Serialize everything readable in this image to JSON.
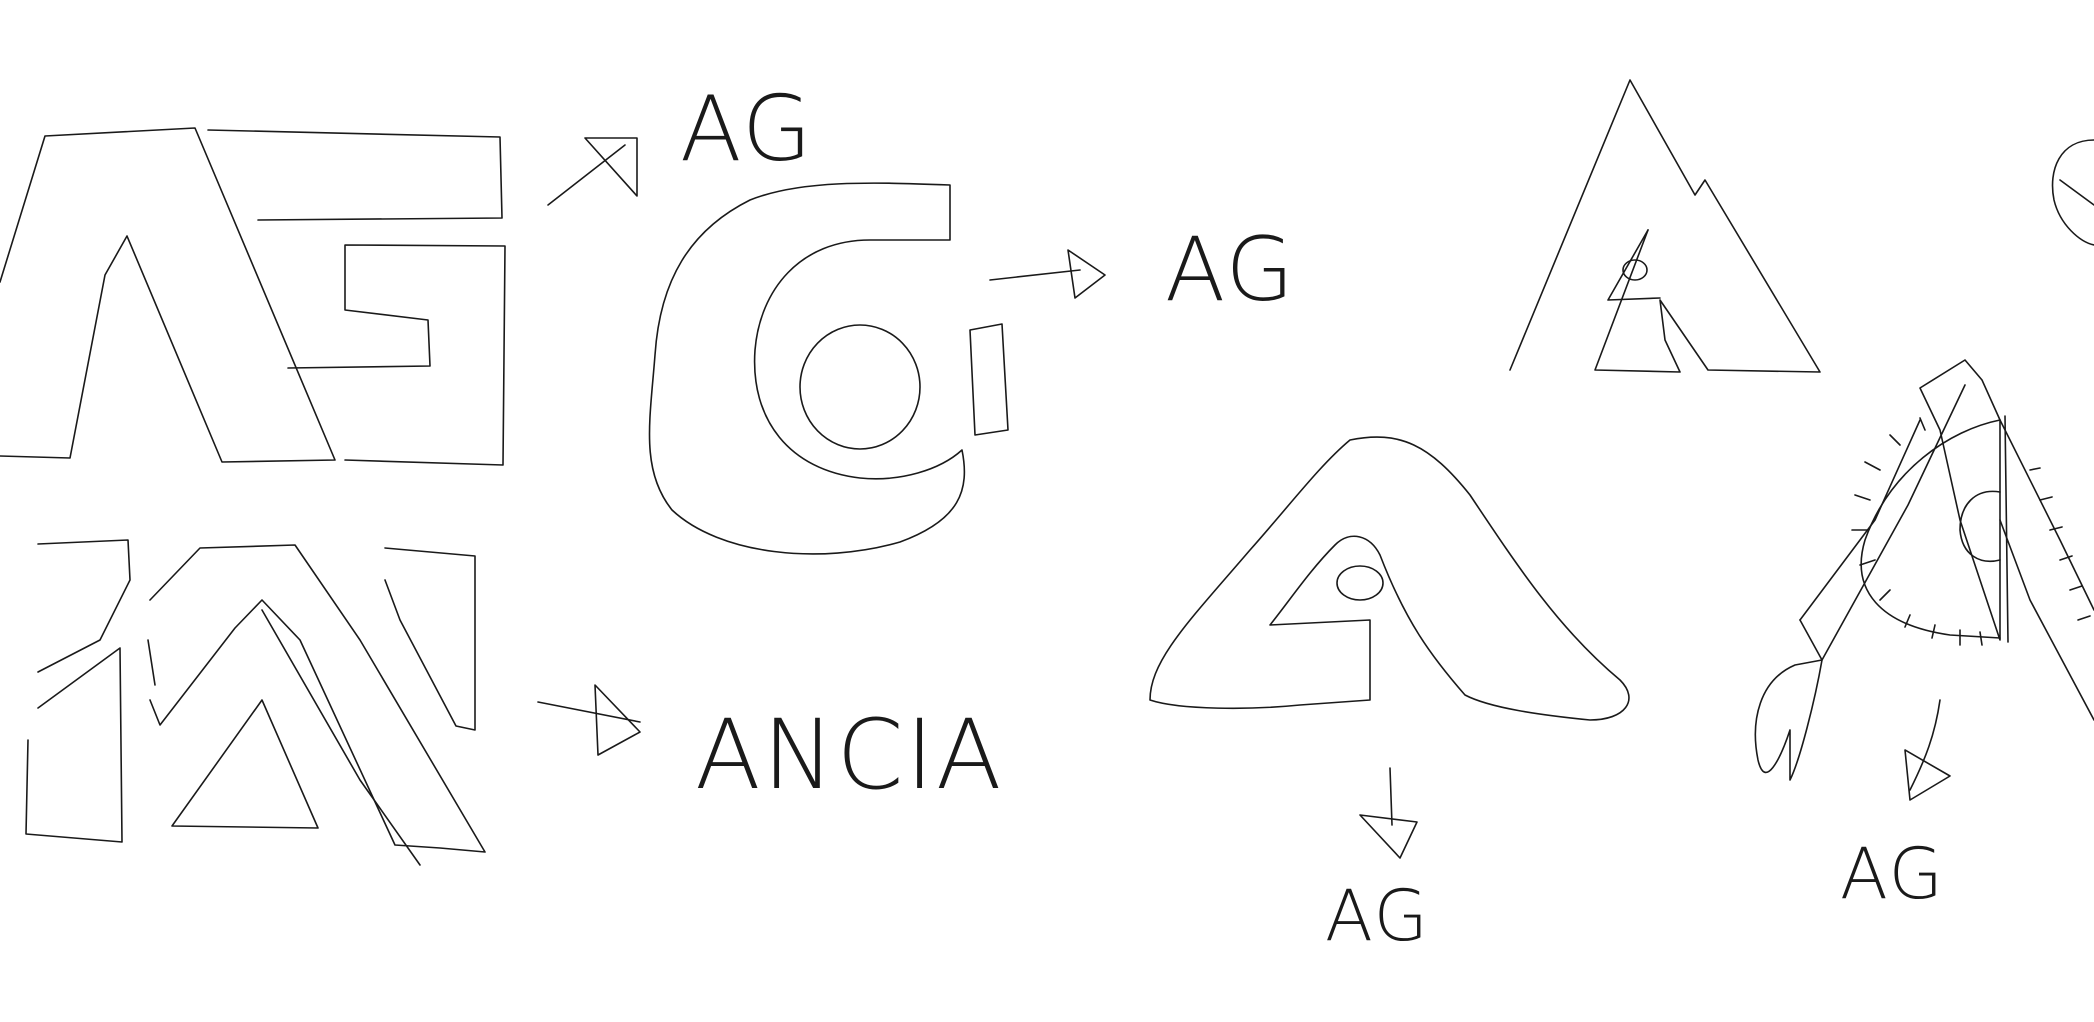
{
  "colors": {
    "background": "#ffffff",
    "ink": "#1a1a1a"
  },
  "labels": {
    "ag_top_left": "AG",
    "ag_middle": "AG",
    "ancia": "ANCIA",
    "ag_bottom_center": "AG",
    "ag_bottom_right": "AG"
  }
}
